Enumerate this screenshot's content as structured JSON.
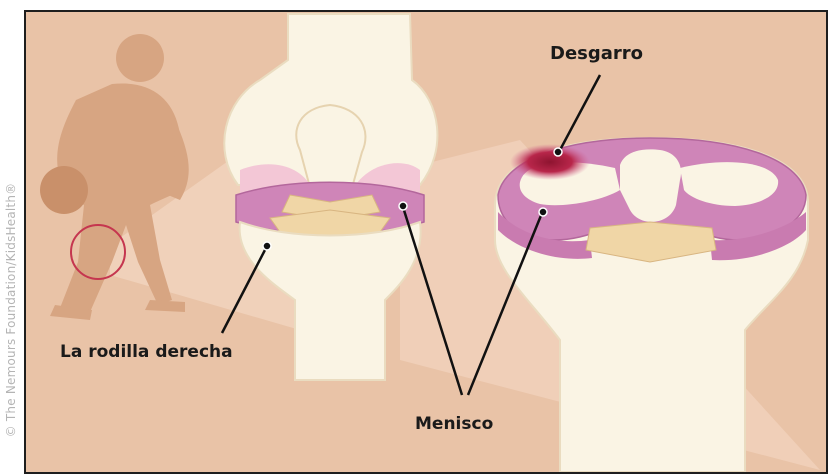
{
  "copyright": "© The Nemours Foundation/KidsHealth®",
  "labels": {
    "tear": "Desgarro",
    "right_knee": "La rodilla derecha",
    "meniscus": "Menisco"
  },
  "colors": {
    "background": "#e9c3a7",
    "silhouette": "#d7a582",
    "bone": "#faf4e4",
    "meniscus": "#cf85b8",
    "cartilage": "#f0d6a6",
    "tear": "#b0243f",
    "highlight_circle": "#c5364f"
  }
}
